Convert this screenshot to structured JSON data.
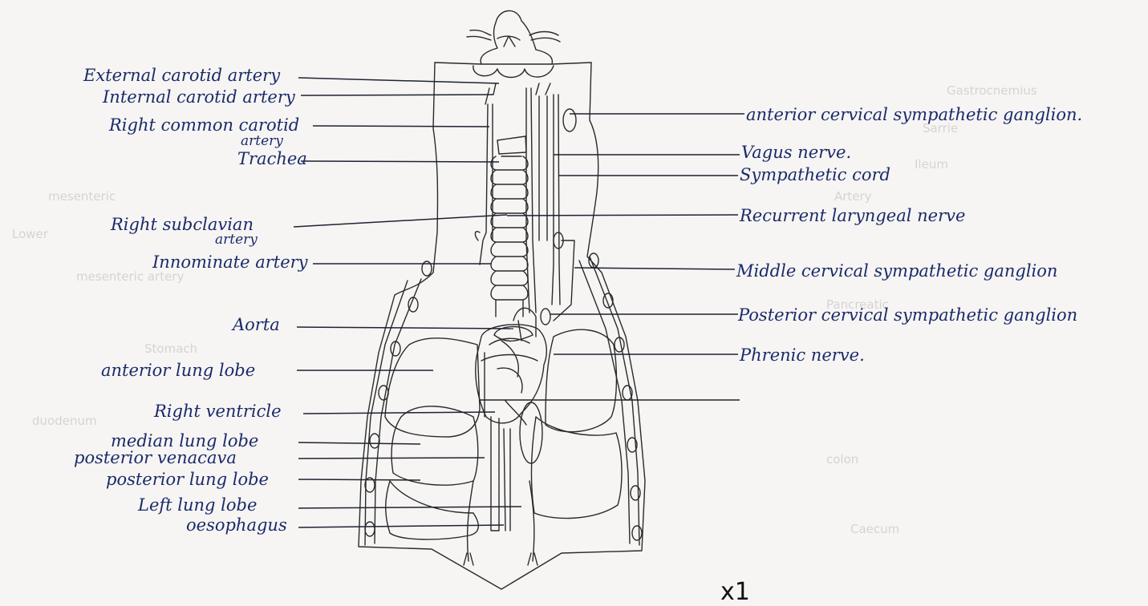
{
  "labels_left": [
    {
      "key": "external_carotid",
      "text": "External carotid artery"
    },
    {
      "key": "internal_carotid",
      "text": "Internal carotid artery"
    },
    {
      "key": "right_common_carotid",
      "text": "Right common carotid"
    },
    {
      "key": "right_common_carotid_sub",
      "text": "artery"
    },
    {
      "key": "trachea",
      "text": "Trachea"
    },
    {
      "key": "right_subclavian",
      "text": "Right subclavian"
    },
    {
      "key": "right_subclavian_sub",
      "text": "artery"
    },
    {
      "key": "innominate",
      "text": "Innominate artery"
    },
    {
      "key": "aorta",
      "text": "Aorta"
    },
    {
      "key": "anterior_lung_lobe",
      "text": "anterior lung lobe"
    },
    {
      "key": "right_ventricle",
      "text": "Right ventricle"
    },
    {
      "key": "median_lung_lobe",
      "text": "median lung lobe"
    },
    {
      "key": "posterior_venacava",
      "text": "posterior venacava"
    },
    {
      "key": "posterior_lung_lobe",
      "text": "posterior lung lobe"
    },
    {
      "key": "left_lung_lobe",
      "text": "Left lung lobe"
    },
    {
      "key": "oesophagus",
      "text": "oesophagus"
    }
  ],
  "labels_right": [
    {
      "key": "anterior_cervical_ganglion",
      "text": "anterior cervical sympathetic ganglion."
    },
    {
      "key": "vagus_nerve",
      "text": "Vagus nerve."
    },
    {
      "key": "sympathetic_cord",
      "text": "Sympathetic cord"
    },
    {
      "key": "recurrent_laryngeal",
      "text": "Recurrent laryngeal nerve"
    },
    {
      "key": "middle_cervical_ganglion",
      "text": "Middle cervical sympathetic ganglion"
    },
    {
      "key": "posterior_cervical_ganglion",
      "text": "Posterior cervical sympathetic ganglion"
    },
    {
      "key": "phrenic_nerve",
      "text": "Phrenic nerve."
    }
  ],
  "magnification": "x1",
  "colors": {
    "ink": "#1b2a6b",
    "pencil": "#2a2a2a",
    "paper": "#f6f5f3",
    "bleed": "#b9b9bd"
  }
}
